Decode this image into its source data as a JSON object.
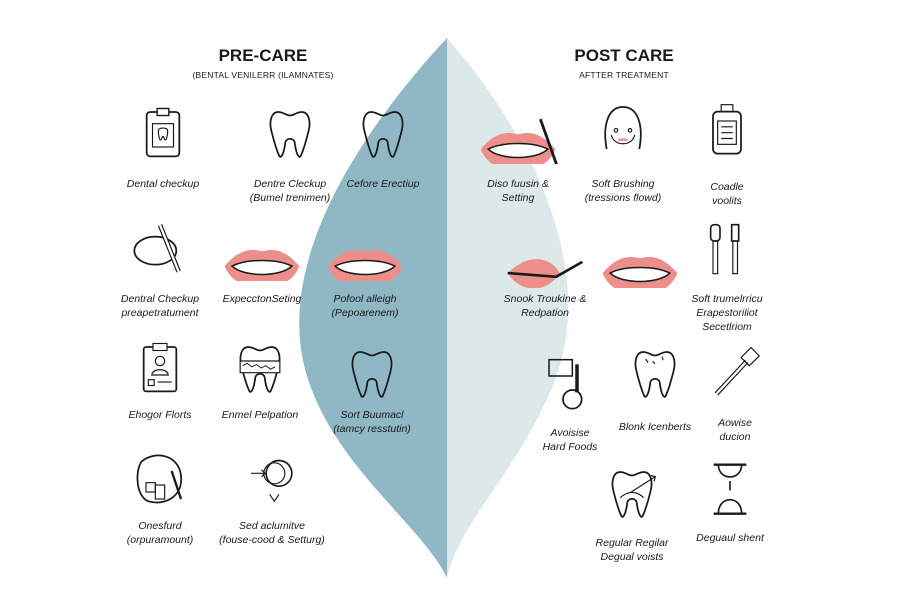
{
  "colors": {
    "left_leaf": "#8fb8c4",
    "right_leaf": "#dde8e8",
    "lips": "#ec8f8a",
    "ink": "#1a1a1a"
  },
  "pre": {
    "title": "PRE-CARE",
    "subtitle": "(BENTAL VENILERR (ILAMNATES)",
    "items": [
      {
        "icon": "clipboard-tooth-icon",
        "lines": [
          "Dental checkup"
        ]
      },
      {
        "icon": "tooth-icon",
        "lines": [
          "Dentre Cleckup",
          "(Bumel trenimen)"
        ]
      },
      {
        "icon": "tooth-icon",
        "lines": [
          "Cefore Erectiup"
        ]
      },
      {
        "icon": "veneer-tool-icon",
        "lines": [
          "Dentral Checkup",
          "preapetratument"
        ]
      },
      {
        "icon": "smile-icon",
        "lines": [
          "ExpecctonSeting"
        ]
      },
      {
        "icon": "smile-icon",
        "lines": [
          "Pofool alleigh",
          "(Pepoarenem)"
        ]
      },
      {
        "icon": "clipboard-person-icon",
        "lines": [
          "Ehogor Florts"
        ]
      },
      {
        "icon": "enamel-tooth-icon",
        "lines": [
          "Enmel Pelpation"
        ]
      },
      {
        "icon": "tooth-outline-icon",
        "lines": [
          "Sort Buumacl",
          "(tamcy resstutin)"
        ]
      },
      {
        "icon": "shade-kit-icon",
        "lines": [
          "Onesfurd",
          "(orpuramount)"
        ]
      },
      {
        "icon": "circle-arrow-icon",
        "lines": [
          "Sed aclumitve",
          "(fouse-cood & Setturg)"
        ]
      }
    ]
  },
  "post": {
    "title": "POST CARE",
    "subtitle": "AFTTER TREATMENT",
    "items": [
      {
        "icon": "smile-floss-icon",
        "lines": [
          "Diso fuusin &",
          "Setting"
        ]
      },
      {
        "icon": "face-icon",
        "lines": [
          "Soft Brushing",
          "(tressions flowd)"
        ]
      },
      {
        "icon": "bottle-icon",
        "lines": [
          "Coadle",
          "voolits"
        ]
      },
      {
        "icon": "lips-tool-icon",
        "lines": [
          "Snook Troukine &",
          "Redpation"
        ]
      },
      {
        "icon": "smile-icon",
        "lines": []
      },
      {
        "icon": "toothbrushes-icon",
        "lines": [
          "Soft trumelrricu",
          "Erapestoriliot",
          "Secetlriom"
        ]
      },
      {
        "icon": "magnifier-icon",
        "lines": [
          "Avoisise",
          "Hard Foods"
        ]
      },
      {
        "icon": "cracked-tooth-icon",
        "lines": [
          "Blonk Icenberts"
        ]
      },
      {
        "icon": "toothbrush-icon",
        "lines": [
          "Aowise",
          "ducion"
        ]
      },
      {
        "icon": "tooth-arrow-icon",
        "lines": [
          "Regular Regilar",
          "Degual voists"
        ]
      },
      {
        "icon": "hourglass-icon",
        "lines": [
          "Deguaul shent"
        ]
      }
    ]
  }
}
